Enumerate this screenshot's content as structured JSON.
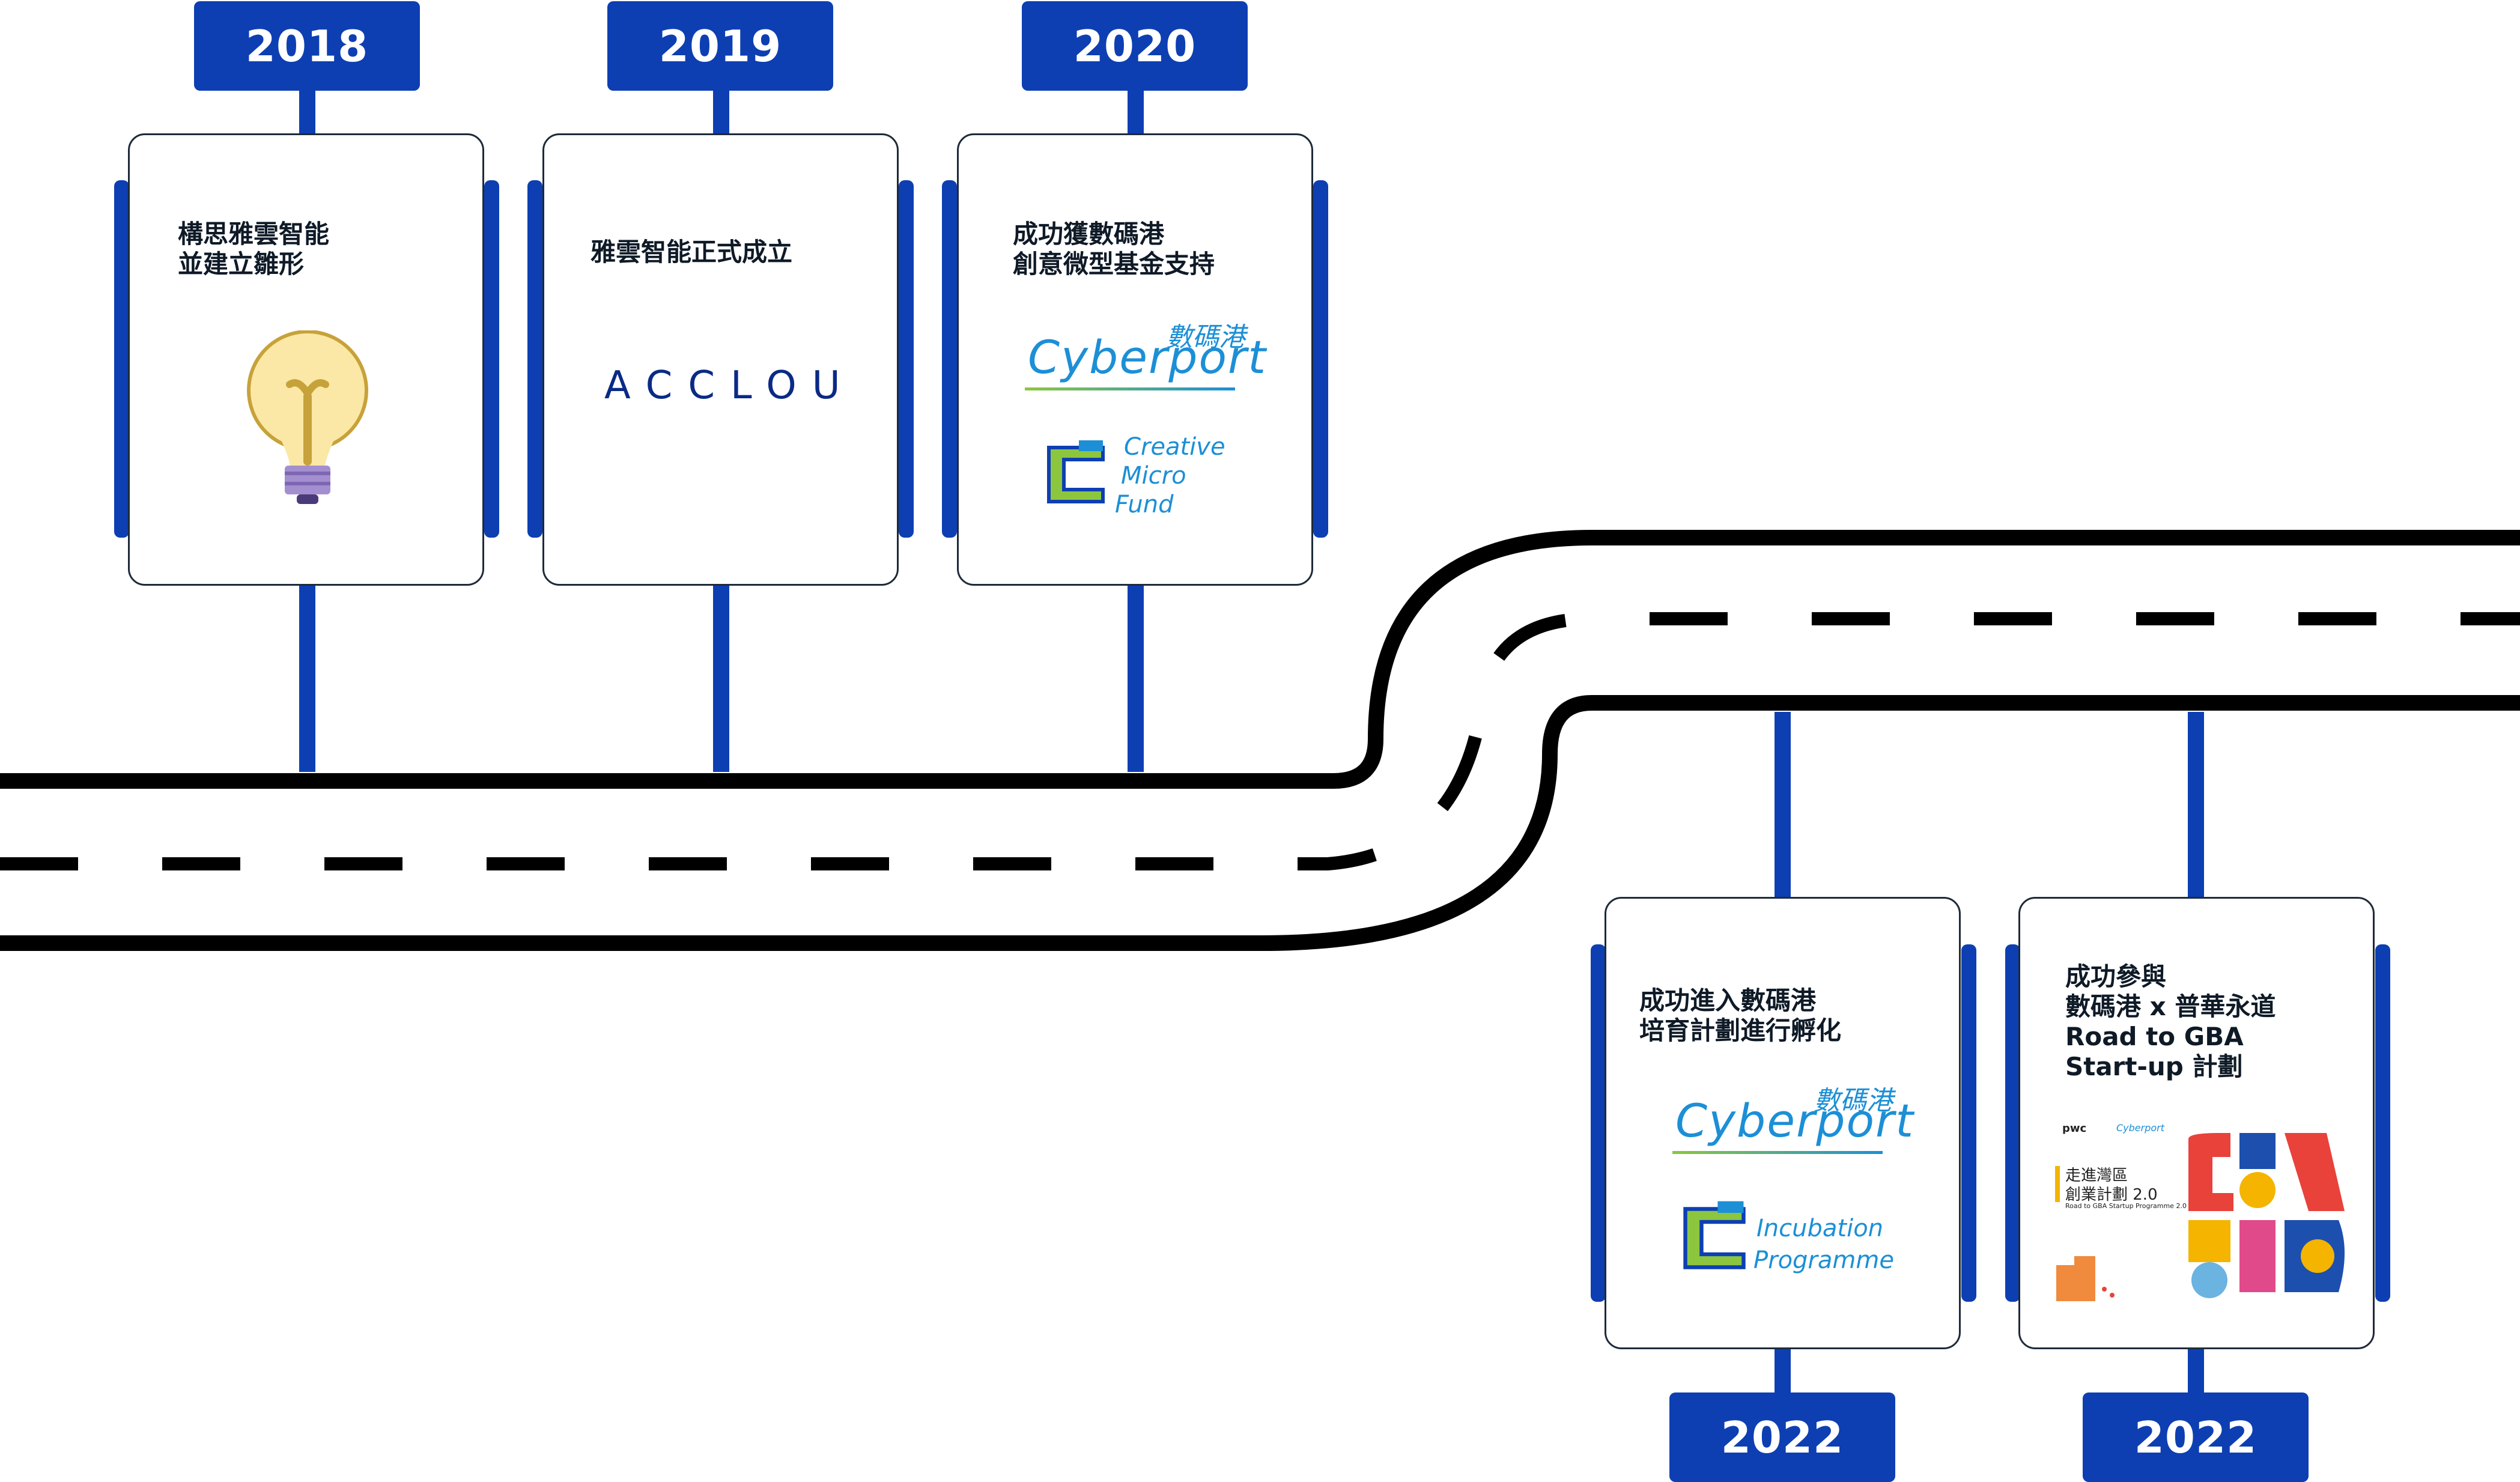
{
  "colors": {
    "brand_blue": "#0d3fb3",
    "road": "#000000",
    "cyber_blue": "#1c8fd6",
    "lime": "#8cc63f"
  },
  "milestones": [
    {
      "year": "2018",
      "title": "構思雅雲智能\n並建立雛形",
      "image": "lightbulb-icon"
    },
    {
      "year": "2019",
      "title": "雅雲智能正式成立",
      "image": "acclou-logo",
      "logo_text": "ACCLOU"
    },
    {
      "year": "2020",
      "title": "成功獲數碼港\n創意微型基金支持",
      "image": "cyberport-creative-micro-fund-logo"
    },
    {
      "year": "2022",
      "title": "成功進入數碼港\n培育計劃進行孵化",
      "image": "cyberport-incubation-programme-logo"
    },
    {
      "year": "2022",
      "title": "成功參與\n數碼港 x 普華永道\nRoad to GBA\nStart-up 計劃",
      "image": "road-to-gba-poster"
    }
  ],
  "logos": {
    "cyberport_zh": "數碼港",
    "cyberport_en": "Cyberport",
    "creative": "Creative",
    "micro": "Micro",
    "fund": "Fund",
    "incubation": "Incubation",
    "programme": "Programme",
    "pwc": "pwc",
    "gba_title_zh_1": "走進灣區",
    "gba_title_zh_2": "創業計劃 2.0",
    "gba_title_en": "Road to GBA Startup Programme 2.0"
  }
}
